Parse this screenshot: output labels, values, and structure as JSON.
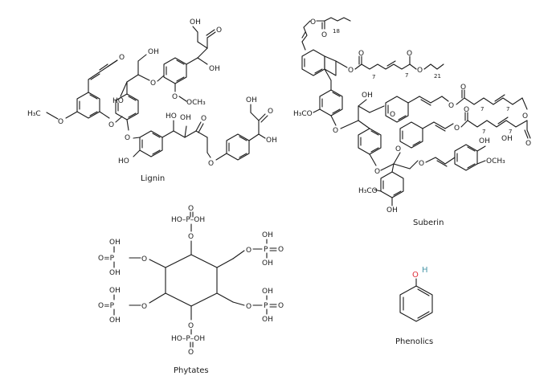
{
  "captions": {
    "lignin": "Lignin",
    "suberin": "Suberin",
    "phytates": "Phytates",
    "phenolics": "Phenolics"
  },
  "atoms": {
    "O": "O",
    "OH": "OH",
    "HO": "HO",
    "H": "H",
    "P": "P",
    "H3CO": "H₃CO",
    "H3C": "H₃C",
    "OCH3": "OCH₃",
    "HO_P_OH": "HO–P–OH",
    "O_eq_P": "O=P"
  },
  "chain_indices": {
    "n18": "18",
    "n7a": "7",
    "n7b": "7",
    "n21": "21",
    "n7c": "7",
    "n7d": "7",
    "n7e": "7",
    "n7f": "7"
  },
  "colors": {
    "bond": "#1a1a1a",
    "phenol_oxygen": "#e0303b",
    "phenol_hydrogen": "#4a97a8"
  }
}
